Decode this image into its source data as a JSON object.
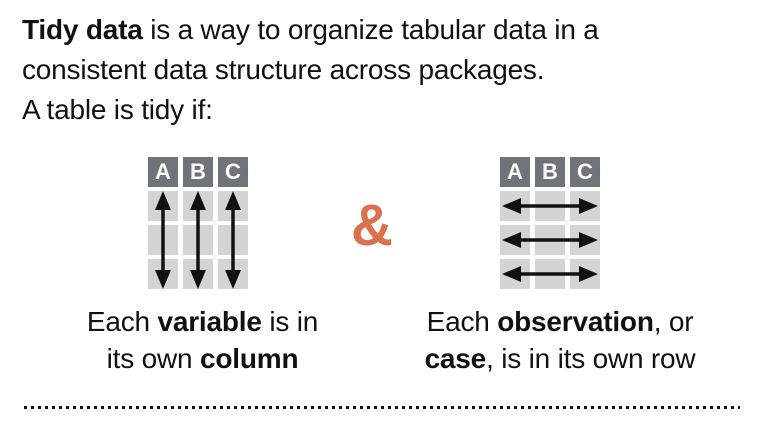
{
  "intro": {
    "bold_lead": "Tidy data",
    "line1_rest": " is a way to organize tabular data in a",
    "line2": "consistent data structure across packages.",
    "line3": "A table is tidy if:"
  },
  "ampersand": "&",
  "tables": {
    "headers": [
      "A",
      "B",
      "C"
    ],
    "body_rows": 3,
    "body_cols": 3
  },
  "captions": {
    "left": {
      "line1": {
        "pre": "Each ",
        "bold": "variable",
        "post": " is in"
      },
      "line2": {
        "pre": "its own ",
        "bold": "column",
        "post": ""
      }
    },
    "right": {
      "line1": {
        "pre": "Each ",
        "bold": "observation",
        "post": ", or"
      },
      "line2": {
        "pre": "",
        "bold": "case",
        "post": ", is in its own row"
      }
    }
  },
  "icons": {
    "left_table_arrows": "double-headed-vertical-arrow-icon",
    "right_table_arrows": "double-headed-horizontal-arrow-icon"
  },
  "divider": {
    "style": "dotted-line"
  },
  "colors": {
    "header_gray": "#6F747A",
    "cell_gray": "#D4D4D4",
    "accent_orange": "#DC714E",
    "text_black": "#111111",
    "arrow_black": "#111111",
    "background": "#FFFFFF"
  }
}
